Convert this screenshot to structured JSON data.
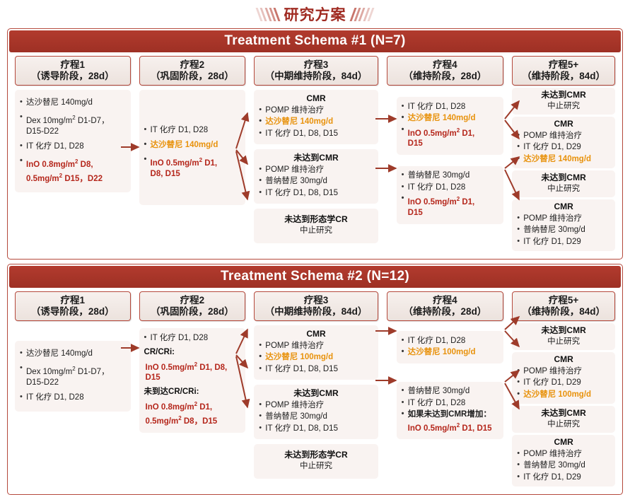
{
  "page": {
    "title": "研究方案",
    "accent_color": "#a02b22",
    "header_color": "#b23b2e",
    "red_color": "#b5271c",
    "orange_color": "#e8920c"
  },
  "columns": [
    {
      "name": "疗程1",
      "phase": "（诱导阶段，28d）"
    },
    {
      "name": "疗程2",
      "phase": "（巩固阶段，28d）"
    },
    {
      "name": "疗程3",
      "phase": "（中期维持阶段，84d）"
    },
    {
      "name": "疗程4",
      "phase": "（维持阶段，28d）"
    },
    {
      "name": "疗程5+",
      "phase": "（维持阶段，84d）"
    }
  ],
  "schema1": {
    "header": "Treatment Schema #1 (N=7)",
    "c1": {
      "i1": "达沙替尼 140mg/d",
      "i2a": "Dex 10mg/m",
      "i2b": " D1-D7，",
      "i2c": "D15-D22",
      "i3": "IT 化疗 D1, D28",
      "i4a": "InO 0.8mg/m",
      "i4b": " D8,",
      "i4c": "0.5mg/m",
      "i4d": " D15，D22"
    },
    "c2": {
      "i1": "IT 化疗 D1, D28",
      "i2": "达沙替尼 140mg/d",
      "i3a": "InO 0.5mg/m",
      "i3b": " D1,",
      "i3c": "D8, D15"
    },
    "c3": {
      "b1_title": "CMR",
      "b1_i1": "POMP 维持治疗",
      "b1_i2": "达沙替尼 140mg/d",
      "b1_i3": "IT 化疗 D1, D8, D15",
      "b2_title": "未达到CMR",
      "b2_i1": "POMP 维持治疗",
      "b2_i2": "普纳替尼 30mg/d",
      "b2_i3": "IT 化疗 D1, D8, D15",
      "b3_title": "未达到形态学CR",
      "b3_sub": "中止研究"
    },
    "c4": {
      "b1_i1": "IT 化疗 D1, D28",
      "b1_i2": "达沙替尼 140mg/d",
      "b1_i3a": "InO 0.5mg/m",
      "b1_i3b": " D1,",
      "b1_i3c": "D15",
      "b2_i1": "普纳替尼 30mg/d",
      "b2_i2": "IT 化疗 D1, D28",
      "b2_i3a": "InO 0.5mg/m",
      "b2_i3b": " D1,",
      "b2_i3c": "D15"
    },
    "c5": {
      "b1_title": "未达到CMR",
      "b1_sub": "中止研究",
      "b2_title": "CMR",
      "b2_i1": "POMP 维持治疗",
      "b2_i2": "IT 化疗 D1, D29",
      "b2_i3": "达沙替尼 140mg/d",
      "b3_title": "未达到CMR",
      "b3_sub": "中止研究",
      "b4_title": "CMR",
      "b4_i1": "POMP 维持治疗",
      "b4_i2": "普纳替尼 30mg/d",
      "b4_i3": "IT 化疗 D1, D29"
    }
  },
  "schema2": {
    "header": "Treatment Schema #2 (N=12)",
    "c1": {
      "i1": "达沙替尼 140mg/d",
      "i2a": "Dex 10mg/m",
      "i2b": " D1-D7，",
      "i2c": "D15-D22",
      "i3": "IT 化疗 D1, D28"
    },
    "c2": {
      "i1": "IT 化疗 D1, D28",
      "l1": "CR/CRi:",
      "t1a": "InO 0.5mg/m",
      "t1b": " D1, D8,",
      "t1c": "D15",
      "l2": "未到达CR/CRi:",
      "t2a": "InO 0.8mg/m",
      "t2b": " D1,",
      "t2c": "0.5mg/m",
      "t2d": " D8，D15"
    },
    "c3": {
      "b1_title": "CMR",
      "b1_i1": "POMP 维持治疗",
      "b1_i2": "达沙替尼 100mg/d",
      "b1_i3": "IT 化疗 D1, D8, D15",
      "b2_title": "未达到CMR",
      "b2_i1": "POMP 维持治疗",
      "b2_i2": "普纳替尼 30mg/d",
      "b2_i3": "IT 化疗 D1, D8, D15",
      "b3_title": "未达到形态学CR",
      "b3_sub": "中止研究"
    },
    "c4": {
      "b1_i1": "IT 化疗 D1, D28",
      "b1_i2": "达沙替尼 100mg/d",
      "b2_i1": "普纳替尼 30mg/d",
      "b2_i2": "IT 化疗 D1, D28",
      "b2_i3": "如果未达到CMR增加：",
      "b2_i4a": "InO 0.5mg/m",
      "b2_i4b": " D1, D15"
    },
    "c5": {
      "b1_title": "未达到CMR",
      "b1_sub": "中止研究",
      "b2_title": "CMR",
      "b2_i1": "POMP 维持治疗",
      "b2_i2": "IT 化疗 D1, D29",
      "b2_i3": "达沙替尼 100mg/d",
      "b3_title": "未达到CMR",
      "b3_sub": "中止研究",
      "b4_title": "CMR",
      "b4_i1": "POMP 维持治疗",
      "b4_i2": "普纳替尼 30mg/d",
      "b4_i3": "IT 化疗 D1, D29"
    }
  },
  "units": {
    "sq": "2"
  }
}
